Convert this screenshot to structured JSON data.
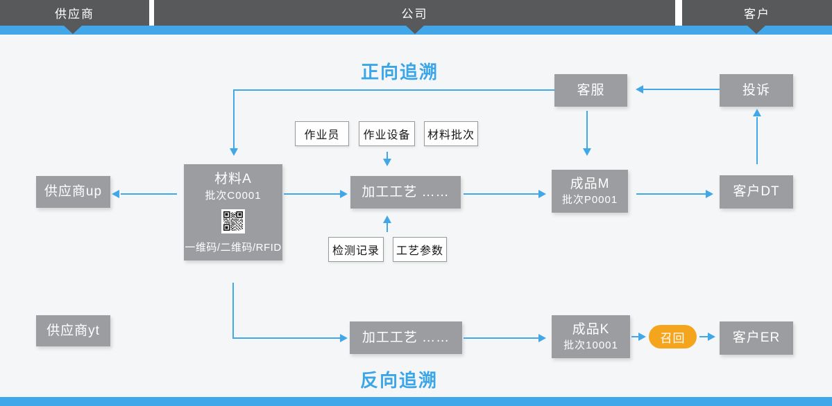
{
  "header": {
    "segments": [
      {
        "id": "supplier",
        "label": "供应商"
      },
      {
        "id": "company",
        "label": "公司"
      },
      {
        "id": "customer",
        "label": "客户"
      }
    ]
  },
  "titles": {
    "forward": "正向追溯",
    "backward": "反向追溯"
  },
  "nodes": {
    "customer_service": {
      "label": "客服"
    },
    "complaint": {
      "label": "投诉"
    },
    "supplier_up": {
      "label": "供应商up"
    },
    "material_a": {
      "title": "材料A",
      "batch": "批次C0001",
      "code_caption": "一维码/二维码/RFID"
    },
    "process_mid": {
      "label": "加工工艺  ……"
    },
    "product_m": {
      "title": "成品M",
      "batch": "批次P0001"
    },
    "customer_dt": {
      "label": "客户DT"
    },
    "supplier_yt": {
      "label": "供应商yt"
    },
    "process_bottom": {
      "label": "加工工艺  ……"
    },
    "product_k": {
      "title": "成品K",
      "batch": "批次10001"
    },
    "recall": {
      "label": "召回"
    },
    "customer_er": {
      "label": "客户ER"
    }
  },
  "tags": {
    "operator": "作业员",
    "equipment": "作业设备",
    "material_batch": "材料批次",
    "inspection_record": "检测记录",
    "process_params": "工艺参数"
  },
  "icons": {
    "qr_code": "qr-code"
  },
  "colors": {
    "accent_blue": "#41a7e8",
    "title_blue": "#3aa6e9",
    "header_dark": "#58595b",
    "node_gray": "#9c9da1",
    "recall_orange": "#f5a41d",
    "canvas_background": "#f5f6f7"
  }
}
